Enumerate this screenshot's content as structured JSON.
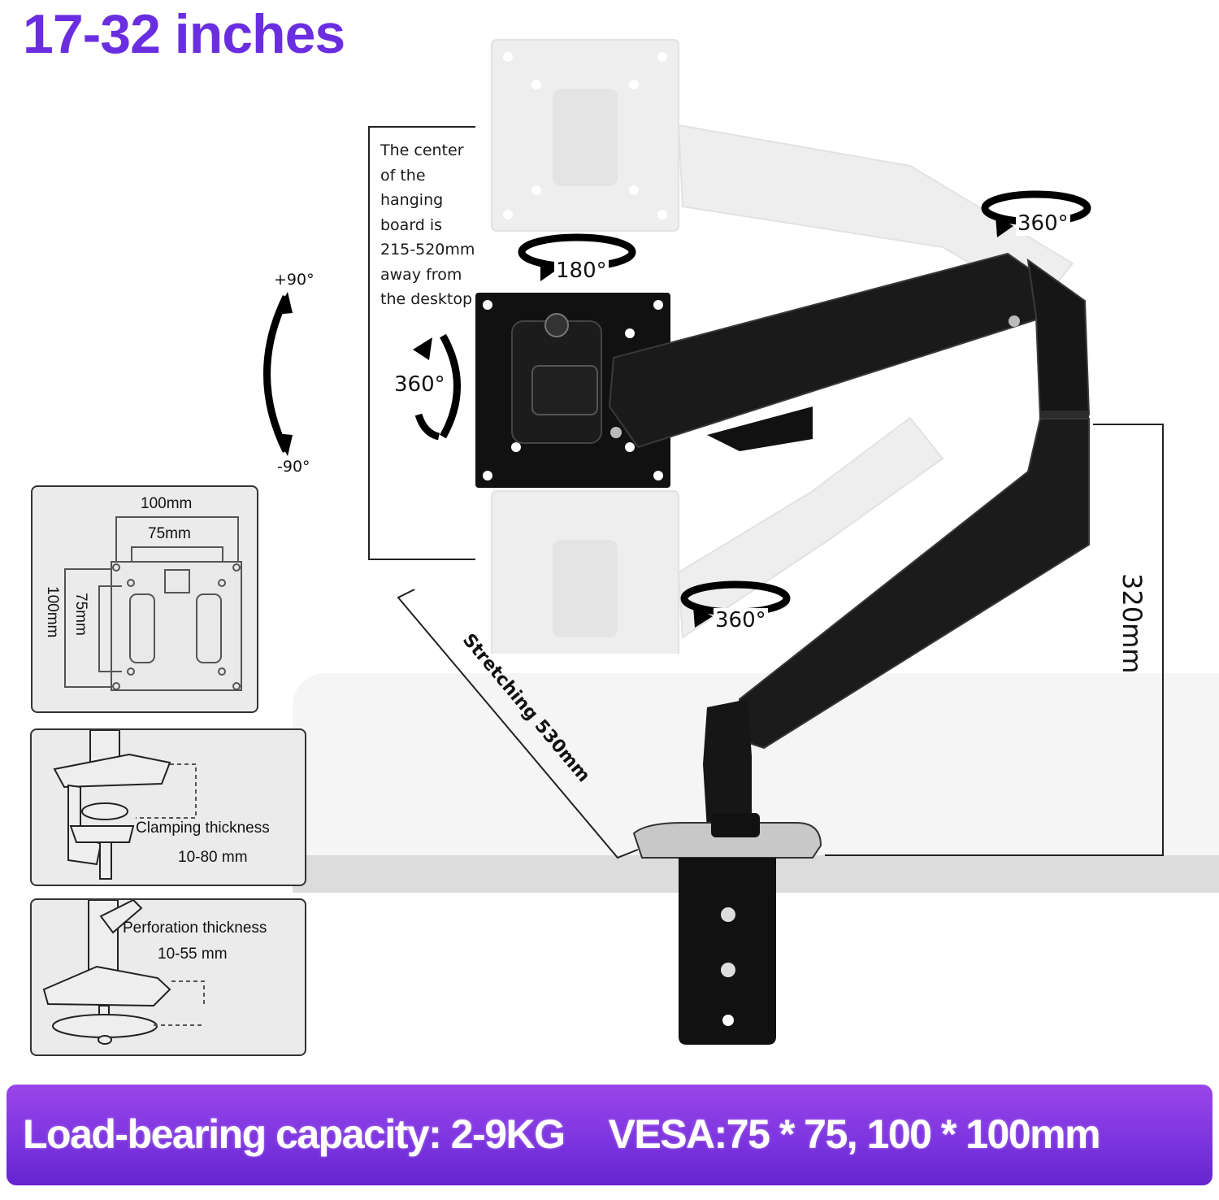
{
  "header": {
    "title": "17-32 inches",
    "title_color": "#6a2ee0"
  },
  "annotations": {
    "hanging_board_note": [
      "The center",
      "of the",
      "hanging",
      "board is",
      "215-520mm",
      "away from",
      "the desktop"
    ],
    "tilt_up": "+90°",
    "tilt_down": "-90°",
    "rotation_vertical": "360°",
    "swivel_head": "180°",
    "swivel_top_joint": "360°",
    "swivel_base": "360°",
    "stretching": "Stretching 530mm",
    "height": "320mm"
  },
  "vesa_panel": {
    "outer_width": "100mm",
    "inner_width": "75mm",
    "inner_height": "75mm",
    "outer_height": "100mm"
  },
  "clamp_panel": {
    "label": "Clamping thickness",
    "value": "10-80 mm"
  },
  "grommet_panel": {
    "label": "Perforation thickness",
    "value": "10-55 mm"
  },
  "footer": {
    "text": "Load-bearing capacity: 2-9KG    VESA:75 * 75, 100 * 100mm",
    "capacity": "Load-bearing capacity: 2-9KG",
    "vesa": "VESA:75 * 75, 100 * 100mm",
    "bg_color": "#7d35df"
  }
}
